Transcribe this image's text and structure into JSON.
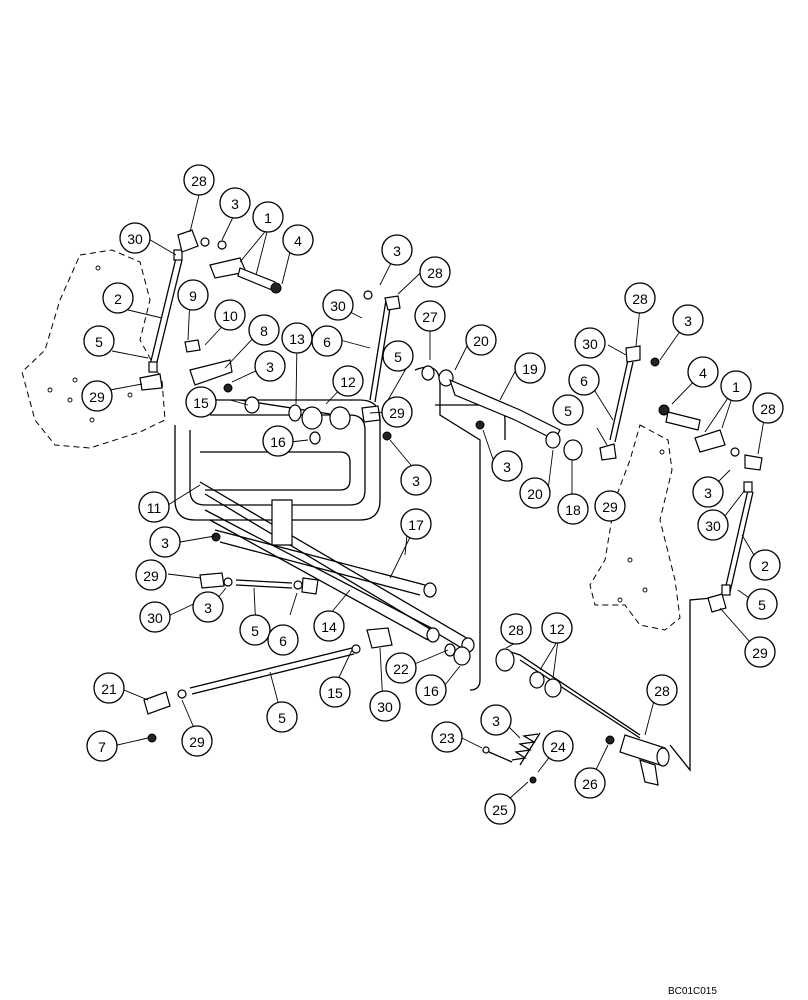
{
  "drawing_code": "BC01C015",
  "callouts": [
    "28",
    "3",
    "1",
    "30",
    "4",
    "2",
    "9",
    "10",
    "8",
    "5",
    "3",
    "29",
    "15",
    "13",
    "12",
    "16",
    "6",
    "30",
    "28",
    "3",
    "5",
    "29",
    "3",
    "27",
    "20",
    "19",
    "3",
    "20",
    "18",
    "29",
    "5",
    "6",
    "30",
    "28",
    "3",
    "4",
    "1",
    "28",
    "3",
    "30",
    "2",
    "5",
    "29",
    "11",
    "3",
    "17",
    "14",
    "29",
    "30",
    "3",
    "5",
    "6",
    "28",
    "12",
    "22",
    "16",
    "15",
    "30",
    "28",
    "21",
    "29",
    "5",
    "7",
    "3",
    "23",
    "24",
    "25",
    "26",
    "3",
    "3"
  ],
  "colors": {
    "line": "#000000",
    "background": "#ffffff"
  }
}
